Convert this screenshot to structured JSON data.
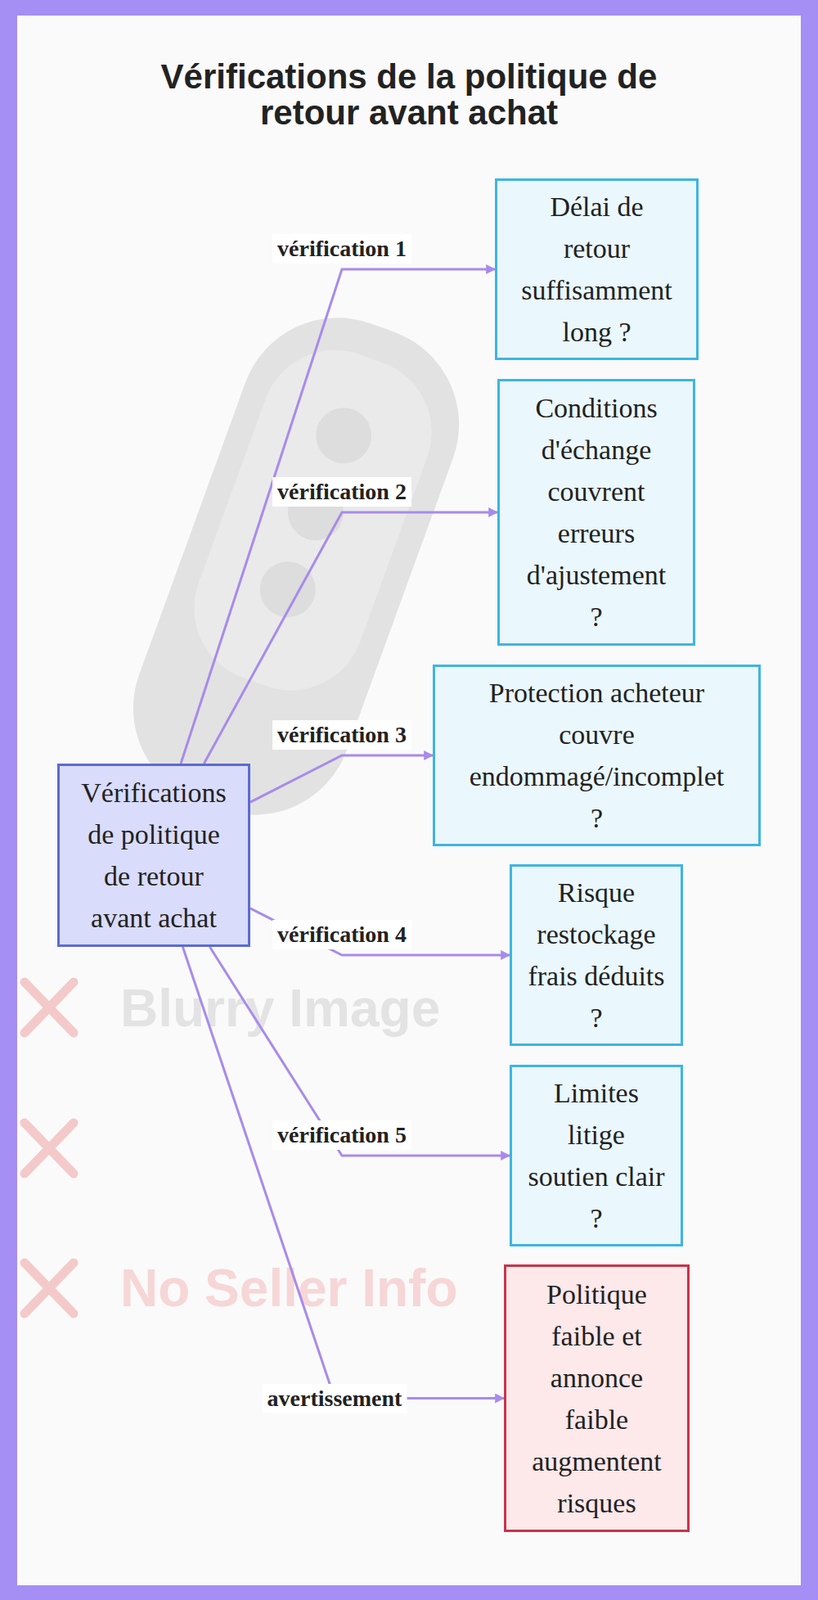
{
  "diagram": {
    "title": "Vérifications de la politique de retour avant achat",
    "nodes": [
      {
        "text": [
          "Vérifications de politique de retour avant achat"
        ]
      },
      {
        "text": [
          "Délai de retour suffisamment long ?"
        ]
      },
      {
        "text": [
          "Conditions d'échange couvrent erreurs d'ajustement ?"
        ]
      },
      {
        "text": [
          "Protection acheteur couvre endommagé/incomplet ?"
        ]
      },
      {
        "text": [
          "Risque restockage frais déduits ?"
        ]
      },
      {
        "text": [
          "Limites litige soutien clair ?"
        ]
      },
      {
        "text": [
          "Politique faible et annonce faible augmentent risques"
        ]
      }
    ],
    "edges": [
      {
        "from": 0,
        "to": 1,
        "label": "vérification 1",
        "arrow": "to"
      },
      {
        "from": 0,
        "to": 2,
        "label": "vérification 2",
        "arrow": "to"
      },
      {
        "from": 0,
        "to": 3,
        "label": "vérification 3",
        "arrow": "to"
      },
      {
        "from": 0,
        "to": 4,
        "label": "vérification 4",
        "arrow": "to"
      },
      {
        "from": 0,
        "to": 5,
        "label": "vérification 5",
        "arrow": "to"
      },
      {
        "from": 0,
        "to": 6,
        "label": "avertissement",
        "arrow": "to"
      }
    ],
    "labels": [
      "Blurry Image",
      "No Seller Info"
    ]
  }
}
